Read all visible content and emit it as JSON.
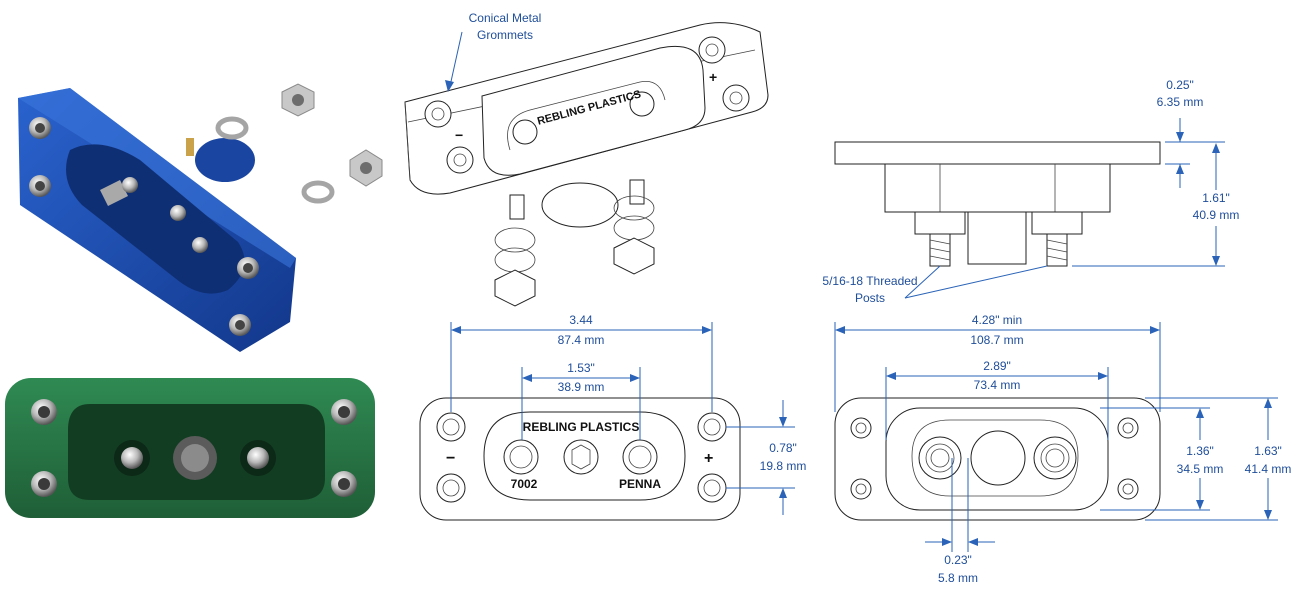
{
  "labels": {
    "grommets": [
      "Conical Metal",
      "Grommets"
    ],
    "posts": [
      "5/16-18 Threaded",
      "Posts"
    ],
    "brand": "REBLING PLASTICS",
    "part_number": "7002",
    "maker": "PENNA",
    "minus": "−",
    "plus": "+"
  },
  "dimensions": {
    "flange_thickness": [
      "0.25\"",
      "6.35 mm"
    ],
    "body_height": [
      "1.61\"",
      "40.9 mm"
    ],
    "outer_hole_span": [
      "3.44",
      "87.4 mm"
    ],
    "inner_hole_span": [
      "1.53\"",
      "38.9 mm"
    ],
    "hole_row_spacing": [
      "0.78\"",
      "19.8 mm"
    ],
    "overall_length": [
      "4.28\" min",
      "108.7 mm"
    ],
    "cutout_length": [
      "2.89\"",
      "73.4 mm"
    ],
    "cutout_height": [
      "1.36\"",
      "34.5 mm"
    ],
    "overall_height": [
      "1.63\"",
      "41.4 mm"
    ],
    "post_diameter": [
      "0.23\"",
      "5.8 mm"
    ]
  },
  "colors": {
    "dimension": "#2a63b8",
    "blue_part": "#1c4fb0",
    "green_part": "#2e7d4a"
  }
}
